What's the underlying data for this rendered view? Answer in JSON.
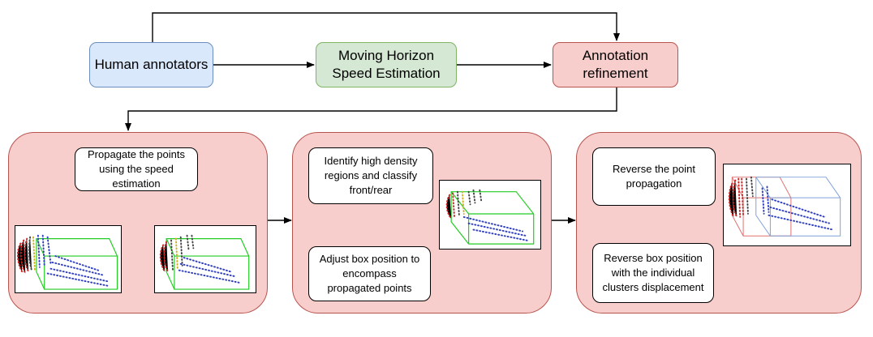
{
  "top_row": {
    "human_annotators": "Human annotators",
    "speed_estimation": "Moving Horizon Speed Estimation",
    "annotation_refinement": "Annotation refinement"
  },
  "stage1": {
    "propagate_points": "Propagate the points using the speed estimation"
  },
  "stage2": {
    "identify_regions": "Identify high density regions and classify front/rear",
    "adjust_box": "Adjust box position to encompass propagated points"
  },
  "stage3": {
    "reverse_propagation": "Reverse the point propagation",
    "reverse_box": "Reverse box position with the individual clusters displacement"
  },
  "colors": {
    "human_fill": "#dae8fc",
    "speed_fill": "#d5e8d4",
    "refinement_fill": "#f8cecc",
    "box_green": "#22cc22",
    "box_red": "#e07070",
    "box_blue": "#7fa0d8"
  }
}
